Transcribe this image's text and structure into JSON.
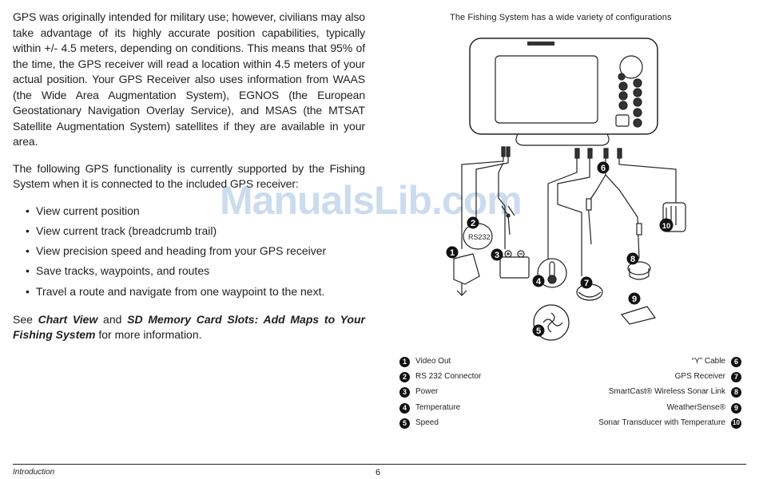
{
  "body": {
    "para1": "GPS was originally intended for military use; however, civilians may also take advantage of its highly accurate position capabilities, typically within +/- 4.5 meters, depending on conditions. This means that 95% of the time, the GPS receiver will read a location within 4.5 meters of your actual position. Your GPS Receiver also uses information from WAAS (the Wide Area Augmentation System), EGNOS (the European Geostationary Navigation Overlay Service), and MSAS (the MTSAT Satellite Augmentation System) satellites if they are available in your area.",
    "para2": "The following GPS functionality is currently supported by the Fishing System when it is connected to the included GPS receiver:",
    "bullets": [
      "View current position",
      "View current track (breadcrumb trail)",
      "View precision speed and heading from your GPS receiver",
      "Save tracks, waypoints, and routes",
      "Travel a route and navigate from one waypoint to the next."
    ],
    "see_prefix": "See ",
    "see_link1": "Chart View",
    "see_and": " and ",
    "see_link2": "SD Memory Card Slots: Add Maps to Your Fishing System",
    "see_suffix": " for more information."
  },
  "diagram": {
    "title": "The Fishing System has a wide variety of configurations",
    "rs232_label": "RS232",
    "callouts": [
      "1",
      "2",
      "3",
      "4",
      "5",
      "6",
      "7",
      "8",
      "9",
      "10"
    ]
  },
  "legend": {
    "left": [
      {
        "num": "1",
        "label": "Video Out"
      },
      {
        "num": "2",
        "label": "RS 232 Connector"
      },
      {
        "num": "3",
        "label": "Power"
      },
      {
        "num": "4",
        "label": "Temperature"
      },
      {
        "num": "5",
        "label": "Speed"
      }
    ],
    "right": [
      {
        "num": "6",
        "label": "“Y” Cable"
      },
      {
        "num": "7",
        "label": "GPS Receiver"
      },
      {
        "num": "8",
        "label": "SmartCast® Wireless Sonar Link"
      },
      {
        "num": "9",
        "label": "WeatherSense®"
      },
      {
        "num": "10",
        "label": "Sonar Transducer with Temperature"
      }
    ]
  },
  "footer": {
    "section": "Introduction",
    "page": "6"
  },
  "watermark": "ManualsLib.com"
}
